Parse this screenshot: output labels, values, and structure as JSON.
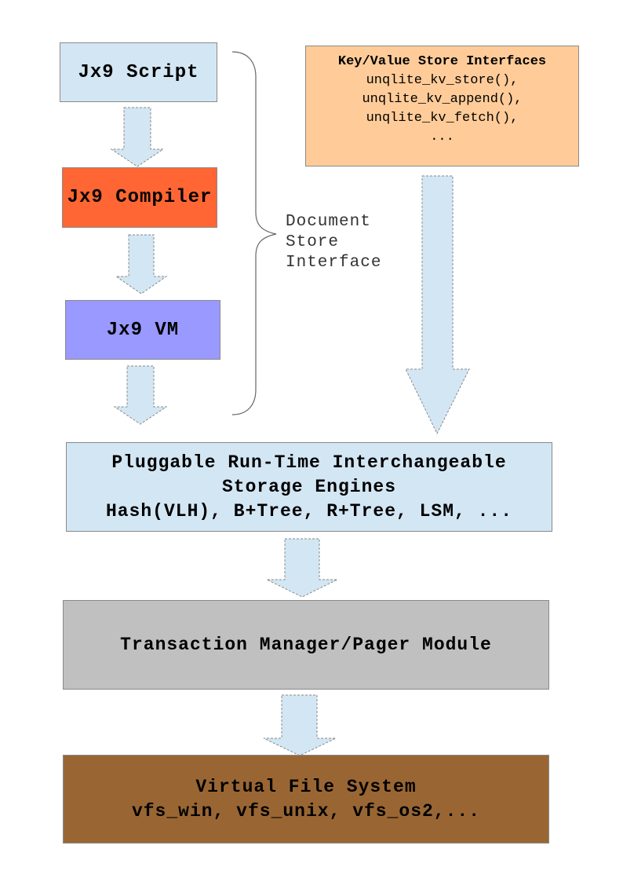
{
  "colors": {
    "jx9_script": "#d3e6f3",
    "jx9_compiler": "#ff6633",
    "jx9_vm": "#9999ff",
    "kv_interfaces": "#ffcc99",
    "storage_engines": "#d3e6f3",
    "transaction_manager": "#c0c0c0",
    "vfs": "#996633",
    "arrow_fill": "#d3e6f3"
  },
  "boxes": {
    "jx9_script": "Jx9 Script",
    "jx9_compiler": "Jx9 Compiler",
    "jx9_vm": "Jx9 VM",
    "kv_interfaces": {
      "title": "Key/Value Store Interfaces",
      "lines": [
        "unqlite_kv_store(),",
        "unqlite_kv_append(),",
        "unqlite_kv_fetch(),",
        "..."
      ]
    },
    "storage_engines": {
      "lines": [
        "Pluggable Run-Time Interchangeable",
        "Storage Engines",
        "Hash(VLH), B+Tree, R+Tree, LSM, ..."
      ]
    },
    "transaction_manager": "Transaction Manager/Pager Module",
    "vfs": {
      "lines": [
        "Virtual File System",
        "vfs_win, vfs_unix, vfs_os2,..."
      ]
    }
  },
  "annotation": {
    "lines": [
      "Document",
      "Store",
      "Interface"
    ]
  }
}
